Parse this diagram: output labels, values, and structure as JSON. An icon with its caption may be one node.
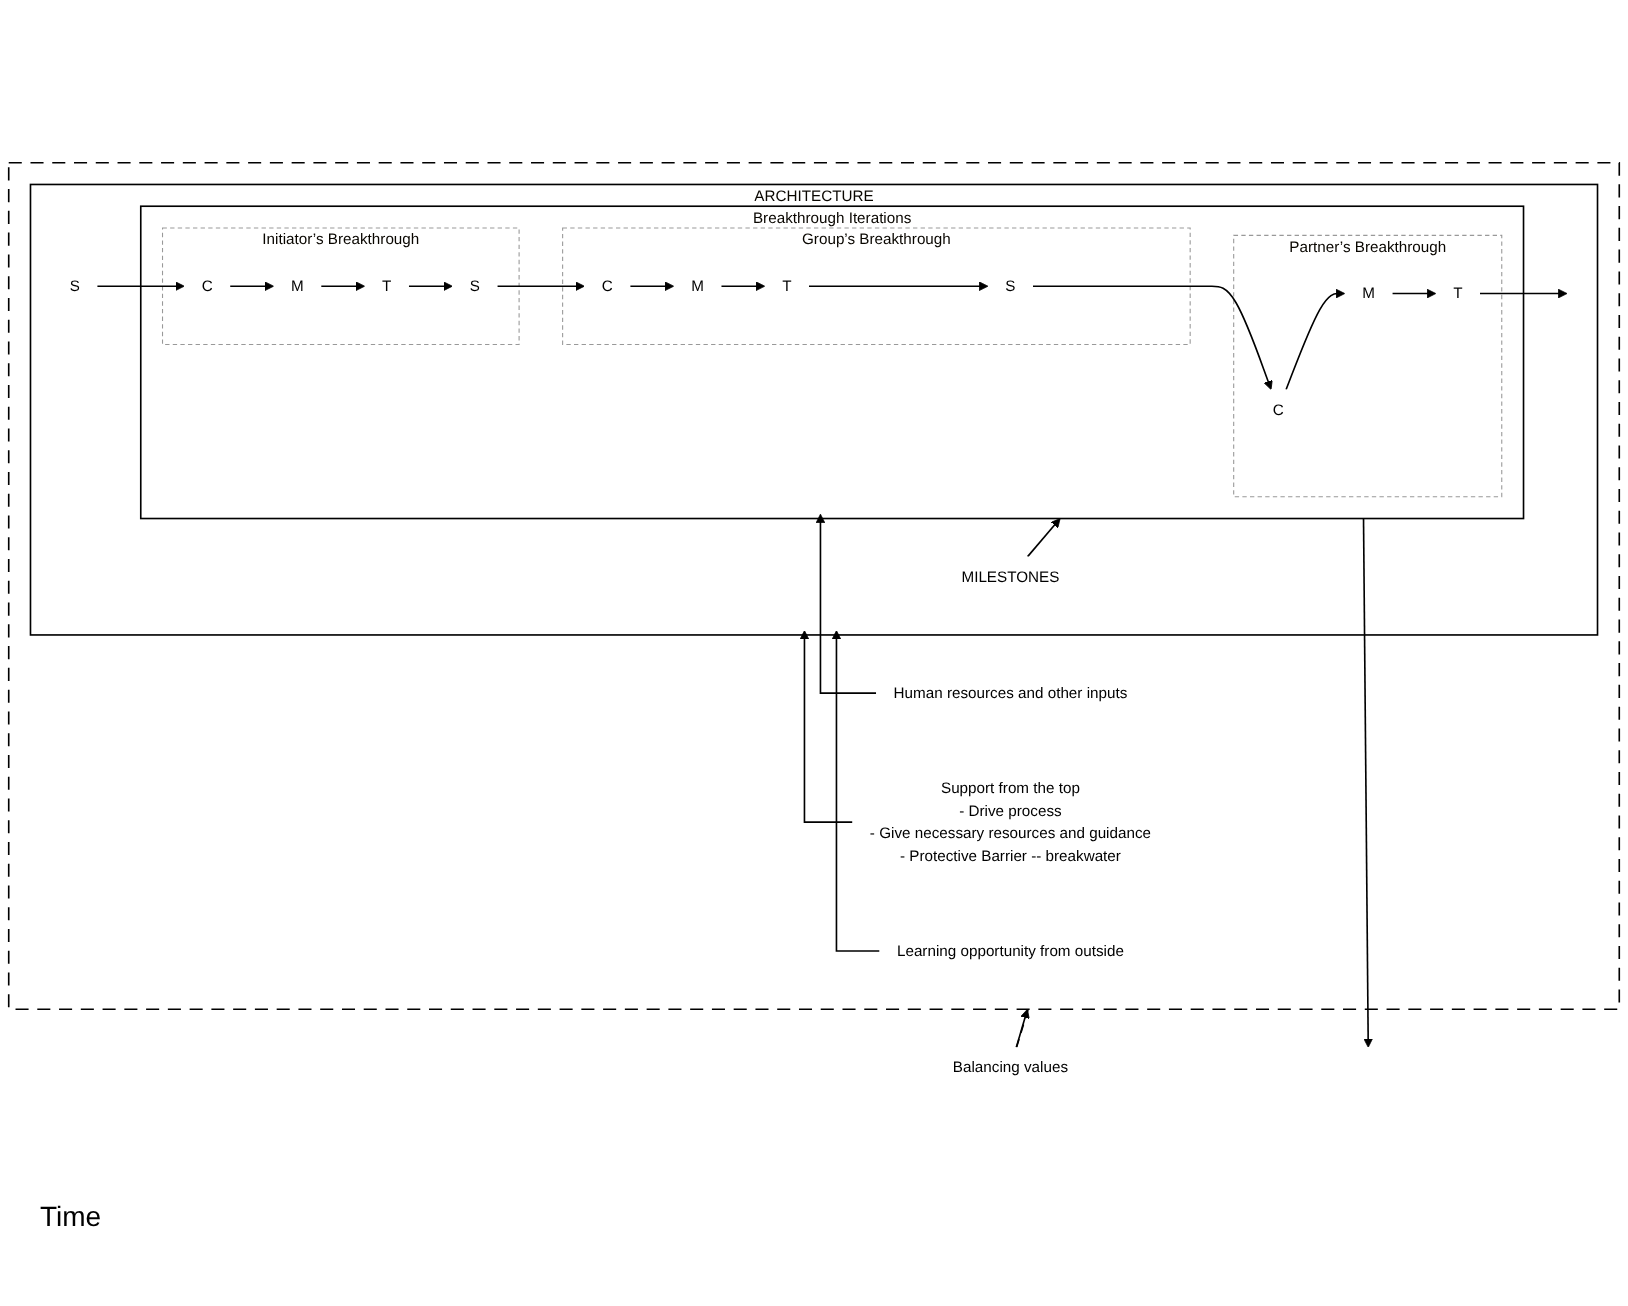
{
  "diagram": {
    "nodes": [
      {
        "text": [],
        "shape": "box"
      },
      {
        "text": [
          "Support from the top",
          "- Drive process",
          "- Give necessary resources and guidance",
          "- Protective Barrier -- breakwater"
        ],
        "in": 0
      },
      {
        "text": [
          "ARCHITECTURE"
        ],
        "in": 0
      },
      {
        "text": [
          "MILESTONES"
        ],
        "in": 2
      },
      {
        "text": [
          "Human resources and other inputs"
        ],
        "in": 0
      },
      {
        "text": [
          "Breakthrough Iterations"
        ],
        "in": 2
      },
      {
        "text": [
          "S"
        ],
        "in": 2
      },
      {
        "text": [
          "Initiator’s Breakthrough"
        ],
        "in": 5
      },
      {
        "text": [
          "C"
        ],
        "in": 7
      },
      {
        "text": [
          "M"
        ],
        "in": 7
      },
      {
        "text": [
          "S"
        ],
        "in": 7
      },
      {
        "text": [
          "T"
        ],
        "in": 7
      },
      {
        "text": [
          "Group’s Breakthrough"
        ],
        "in": 5
      },
      {
        "text": [
          "C"
        ],
        "in": 12
      },
      {
        "text": [
          "S"
        ],
        "in": 12
      },
      {
        "text": [
          "M"
        ],
        "in": 12
      },
      {
        "text": [
          "T"
        ],
        "in": 12
      },
      {
        "text": [
          "Partner’s Breakthrough"
        ],
        "in": 5
      },
      {
        "text": [
          "C"
        ],
        "in": 17
      },
      {
        "text": [
          "M"
        ],
        "in": 17
      },
      {
        "text": [
          "T"
        ],
        "in": 17
      },
      {
        "text": [
          "Learning opportunity from outside"
        ],
        "in": 0
      },
      {
        "text": [
          "Balancing values"
        ]
      }
    ],
    "edges": [
      {
        "from": 1,
        "to": 2,
        "arrow": "to"
      },
      {
        "from": 3,
        "to": 5,
        "arrow": "to"
      },
      {
        "from": 4,
        "to": 5,
        "arrow": "to"
      },
      {
        "from": 6,
        "to": 8,
        "arrow": "to"
      },
      {
        "from": 8,
        "to": 9,
        "arrow": "to"
      },
      {
        "from": 9,
        "to": 11,
        "arrow": "to"
      },
      {
        "from": 11,
        "to": 10,
        "arrow": "to"
      },
      {
        "from": 10,
        "to": 13,
        "arrow": "to"
      },
      {
        "from": 13,
        "to": 15,
        "arrow": "to"
      },
      {
        "from": 15,
        "to": 16,
        "arrow": "to"
      },
      {
        "from": 16,
        "to": 14,
        "arrow": "to"
      },
      {
        "from": 14,
        "to": 18,
        "arrow": "to"
      },
      {
        "from": 18,
        "to": 19,
        "arrow": "to"
      },
      {
        "from": 19,
        "to": 20,
        "arrow": "to"
      },
      {
        "from": 20,
        "to": null,
        "arrow": "to"
      },
      {
        "from": 5,
        "to": null,
        "arrow": "to"
      },
      {
        "from": 21,
        "to": 2,
        "arrow": "to"
      },
      {
        "from": 22,
        "to": 0,
        "arrow": "to"
      },
      {
        "from": 22,
        "to": 0,
        "arrow": "none",
        "style": "dashed"
      }
    ],
    "labels": [
      "Time"
    ]
  }
}
